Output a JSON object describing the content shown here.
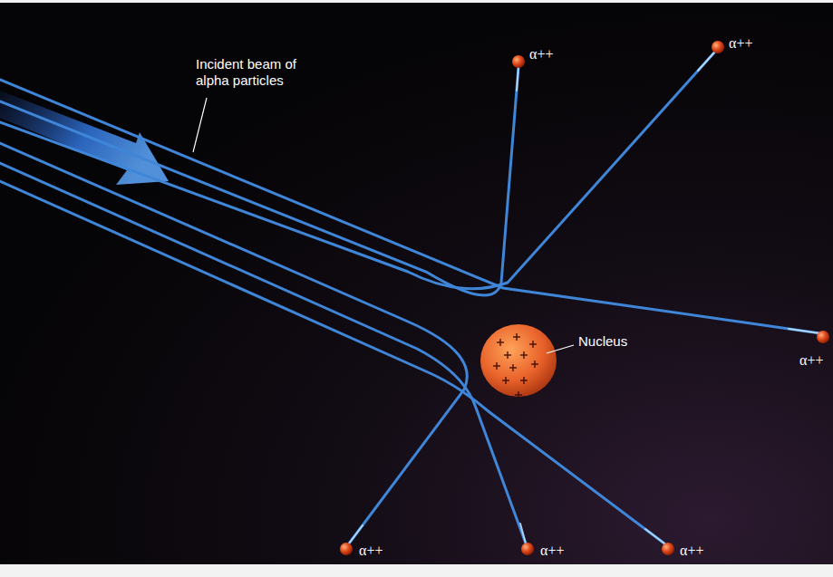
{
  "diagram": {
    "labels": [
      "Incident beam of alpha particles",
      "Nucleus",
      "α++",
      "α++",
      "α++",
      "α++",
      "α++",
      "α++"
    ]
  }
}
